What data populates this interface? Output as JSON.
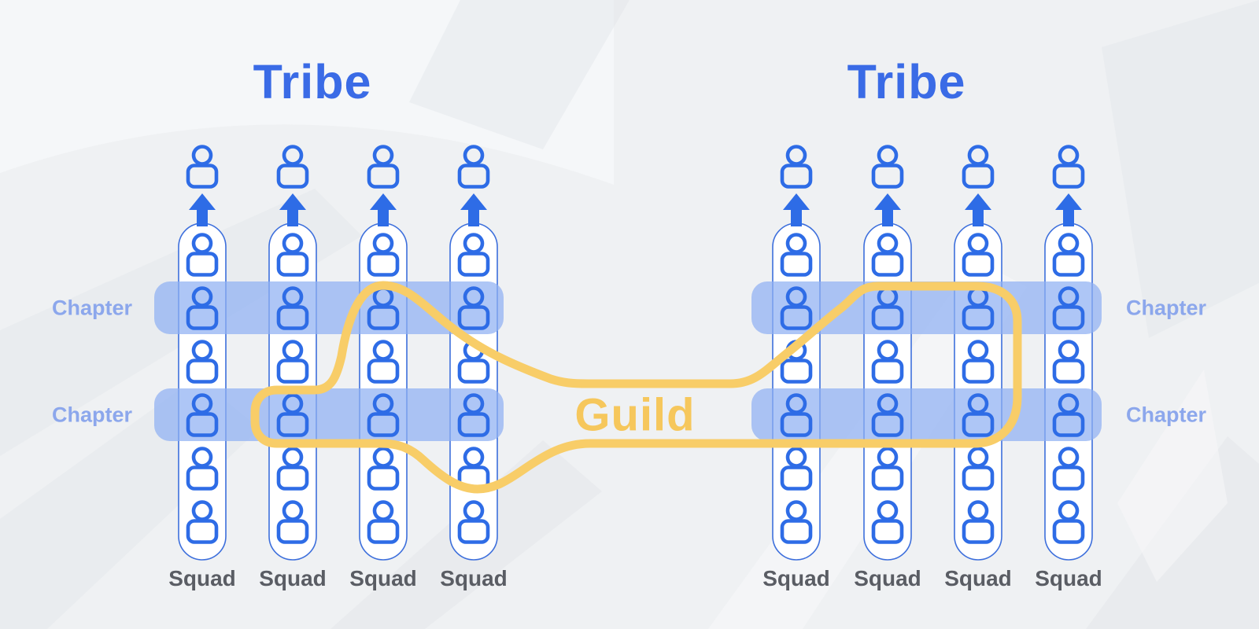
{
  "diagram": {
    "type": "org-structure",
    "tribes": [
      {
        "title": "Tribe",
        "position": "left",
        "squads": [
          {
            "label": "Squad",
            "members": 6,
            "leader": true
          },
          {
            "label": "Squad",
            "members": 6,
            "leader": true
          },
          {
            "label": "Squad",
            "members": 6,
            "leader": true
          },
          {
            "label": "Squad",
            "members": 6,
            "leader": true
          }
        ]
      },
      {
        "title": "Tribe",
        "position": "right",
        "squads": [
          {
            "label": "Squad",
            "members": 6,
            "leader": true
          },
          {
            "label": "Squad",
            "members": 6,
            "leader": true
          },
          {
            "label": "Squad",
            "members": 6,
            "leader": true
          },
          {
            "label": "Squad",
            "members": 6,
            "leader": true
          }
        ]
      }
    ],
    "chapters": {
      "left": [
        {
          "label": "Chapter"
        },
        {
          "label": "Chapter"
        }
      ],
      "right": [
        {
          "label": "Chapter"
        },
        {
          "label": "Chapter"
        }
      ]
    },
    "guild": {
      "label": "Guild"
    },
    "colors": {
      "background": "#EFF1F3",
      "icon_blue": "#2E6CE6",
      "pill_border": "#3D6FDC",
      "pill_fill": "#FFFFFF",
      "chapter_band": "#8FB0F2",
      "chapter_text": "#8CA7EC",
      "squad_text": "#5A5D64",
      "tribe_text": "#3A6BE6",
      "guild_line": "#F8CD68",
      "guild_text": "#F6C75C"
    }
  }
}
